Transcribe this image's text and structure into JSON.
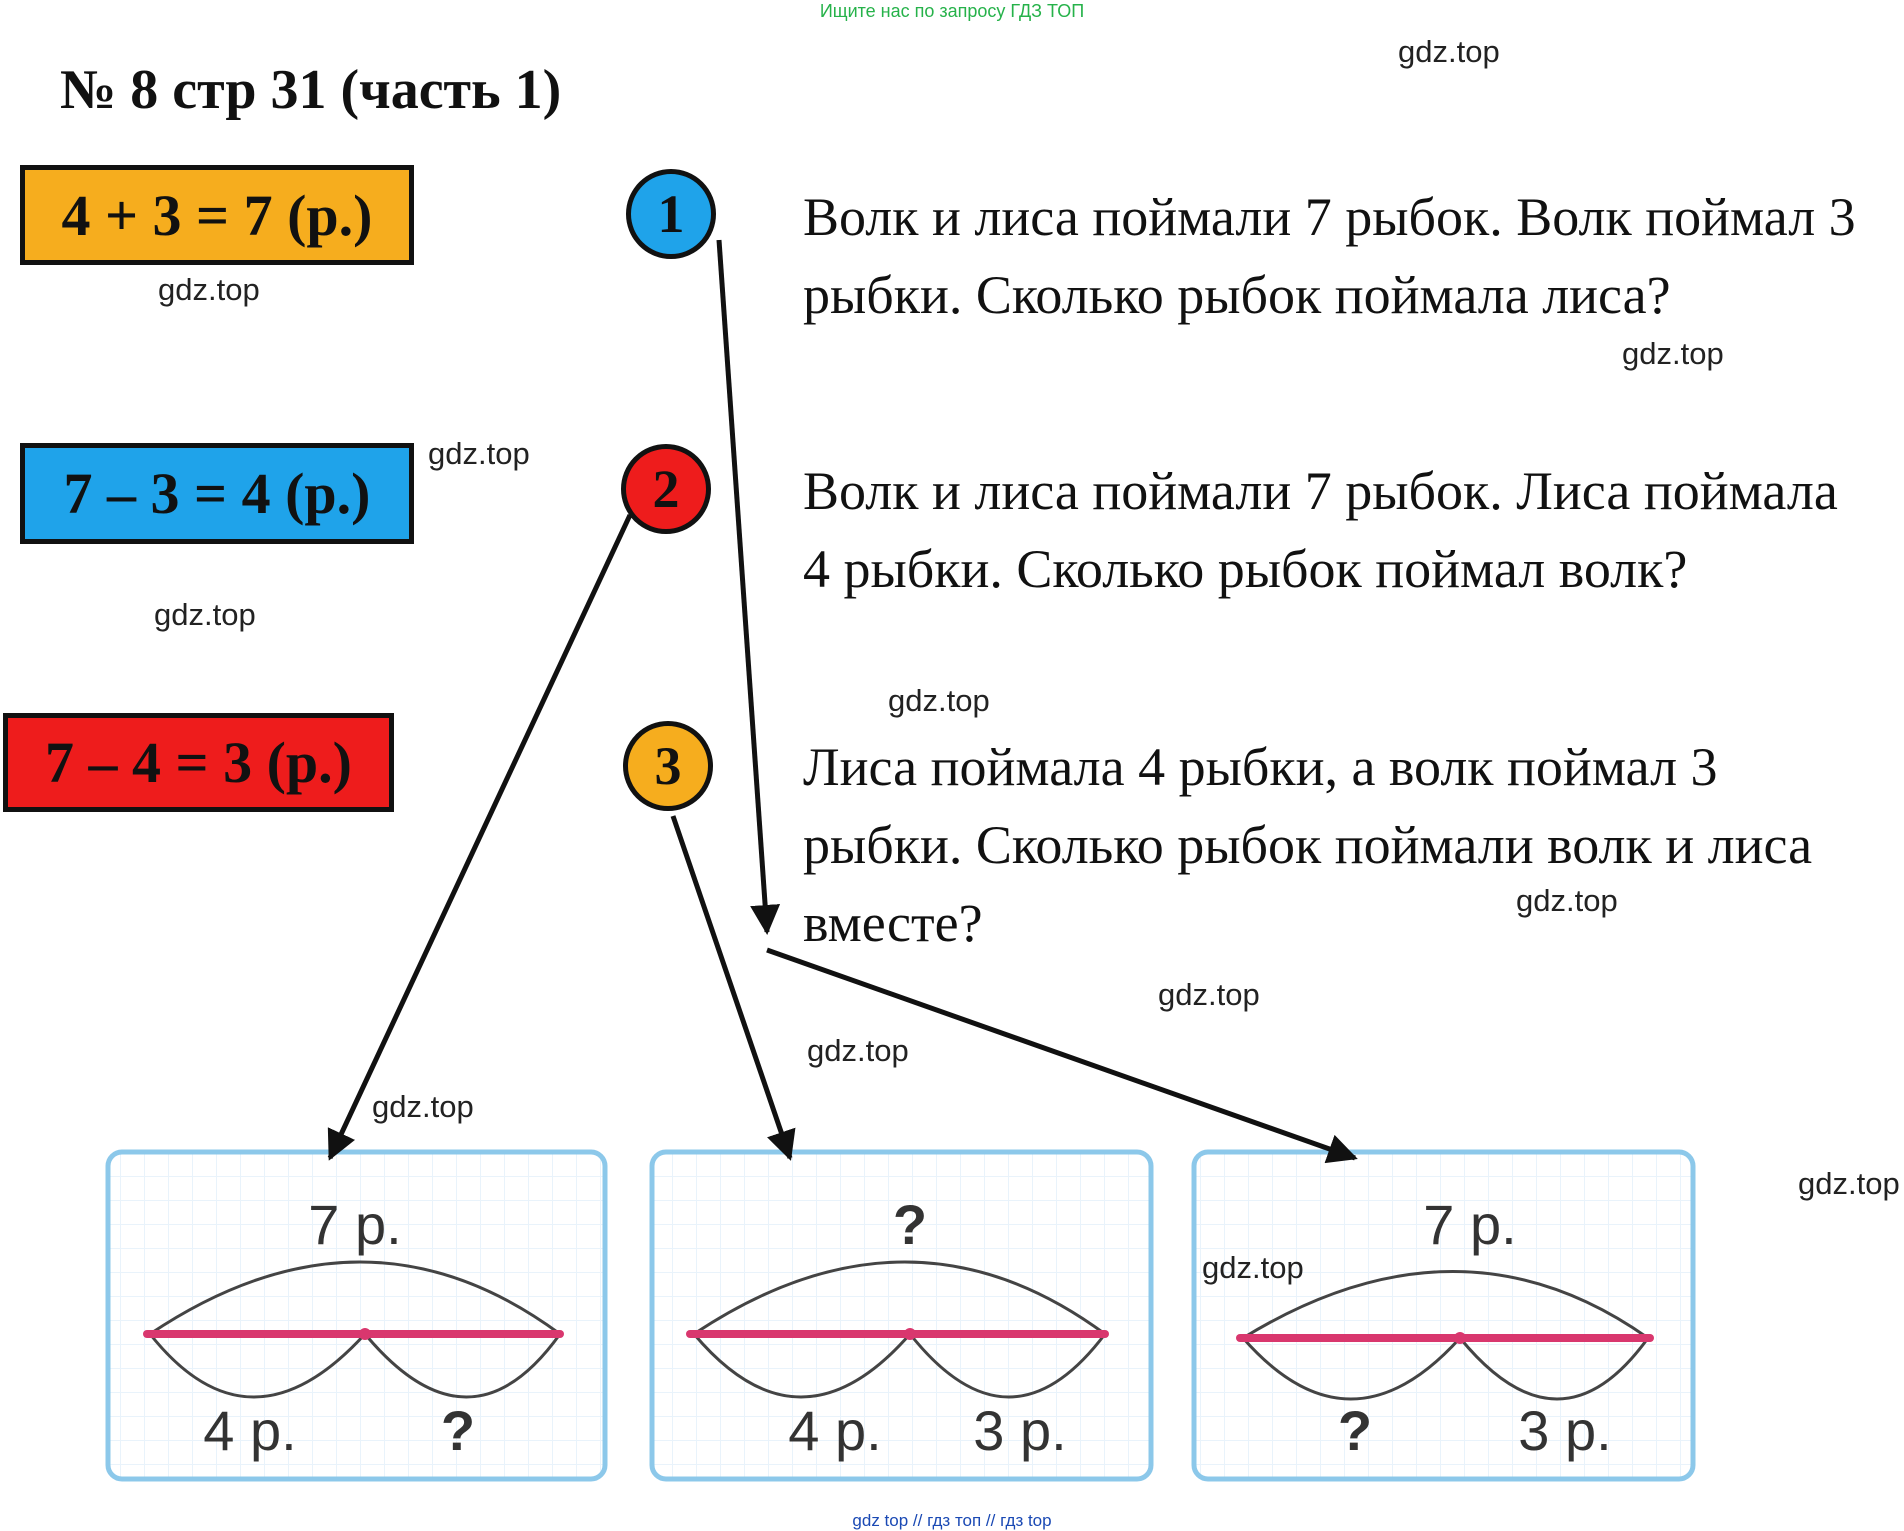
{
  "banner_top": "Ищите нас по запросу ГДЗ ТОП",
  "title": "№ 8 стр 31 (часть 1)",
  "equations": [
    {
      "text": "4 + 3 = 7 (р.)",
      "color": "#f6ad1e"
    },
    {
      "text": "7 – 3 = 4 (р.)",
      "color": "#1fa3ea"
    },
    {
      "text": "7 – 4 = 3 (р.)",
      "color": "#ee1c1c"
    }
  ],
  "circles": [
    {
      "number": "1",
      "color": "#1fa3ea"
    },
    {
      "number": "2",
      "color": "#ee1c1c"
    },
    {
      "number": "3",
      "color": "#f6ad1e"
    }
  ],
  "problems": [
    "Волк и лиса поймали 7 рыбок. Волк поймал 3 рыбки. Сколько рыбок поймала лиса?",
    "Волк и лиса поймали 7 рыбок. Лиса поймала 4 рыбки. Сколько рыбок поймал волк?",
    "Лиса поймала 4 рыбки, а волк поймал 3 рыбки. Сколько рыбок поймали волк и лиса вместе?"
  ],
  "cards": [
    {
      "top": "7 р.",
      "left": "4 р.",
      "right": "?"
    },
    {
      "top": "?",
      "left": "4 р.",
      "right": "3 р."
    },
    {
      "top": "7 р.",
      "left": "?",
      "right": "3 р."
    }
  ],
  "watermark": "gdz.top",
  "banner_bottom": "gdz top  //  гдз топ  //  гдз top"
}
